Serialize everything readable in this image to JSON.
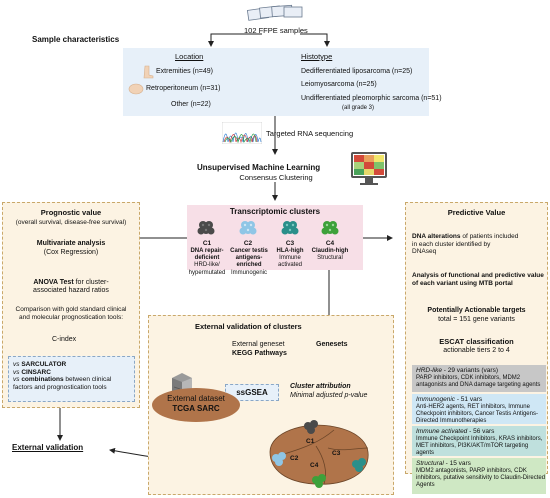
{
  "top": {
    "ffpe_label": "102 FFPE samples",
    "sample_characteristics": "Sample characteristics"
  },
  "location": {
    "title": "Location",
    "items": [
      "Extremities (n=49)",
      "Retroperitoneum (n=31)",
      "Other (n=22)"
    ]
  },
  "histotype": {
    "title": "Histotype",
    "items": [
      "Dedifferentiated liposarcoma (n=25)",
      "Leiomyosarcoma (n=25)",
      "Undifferentiated pleomorphic sarcoma (n=51)"
    ],
    "grade_note": "(all grade 3)"
  },
  "sequencing": "Targeted RNA sequencing",
  "unsupervised": {
    "title": "Unsupervised Machine Learning",
    "subtitle": "Consensus Clustering"
  },
  "clusters": {
    "title": "Transcriptomic clusters",
    "items": [
      {
        "id": "C1",
        "line1": "DNA repair-",
        "line2": "deficient",
        "line3": "HRD-like/",
        "line4": "hypermutated",
        "color": "#4a4a4a"
      },
      {
        "id": "C2",
        "line1": "Cancer testis",
        "line2": "antigens-",
        "line3": "enriched",
        "line4": "Immunogenic",
        "color": "#8fc6e6"
      },
      {
        "id": "C3",
        "line1": "HLA-high",
        "line2": "Immune",
        "line3": "activated",
        "line4": "",
        "color": "#2a8f8a"
      },
      {
        "id": "C4",
        "line1": "Claudin-high",
        "line2": "Structural",
        "line3": "",
        "line4": "",
        "color": "#3da13a"
      }
    ]
  },
  "prognostic": {
    "title": "Prognostic value",
    "subtitle": "(overall survival, disease-free survival)",
    "mva_title": "Multivariate analysis",
    "mva_sub": "(Cox Regression)",
    "anova_bold": "ANOVA Test",
    "anova_rest1": " for cluster-",
    "anova_rest2": "associated hazard ratios",
    "comparison1": "Comparison with gold standard clinical",
    "comparison2": "and molecular prognostication tools:",
    "cindex": "C-index",
    "vs": "vs",
    "vs_items": [
      "SARCULATOR",
      "CINSARC",
      "combinations"
    ],
    "combo_rest1": " between clinical",
    "combo_rest2": "factors and prognostication tools"
  },
  "external": {
    "title": "External validation of clusters",
    "geneset1": "External geneset",
    "geneset2": "KEGG Pathways",
    "genesets": "Genesets",
    "ssgsea": "ssGSEA",
    "attribution": "Cluster attribution",
    "min_p": "Minimal adjusted p-value",
    "dataset1": "External dataset",
    "dataset2": "TCGA SARC",
    "validation": "External validation",
    "blob_labels": [
      "C1",
      "C2",
      "C3",
      "C4"
    ]
  },
  "predictive": {
    "title": "Predictive Value",
    "dna_bold": "DNA alterations",
    "dna_rest": [
      " of patients included",
      "in each cluster identified by",
      "DNAseq"
    ],
    "analysis": [
      "Analysis of functional and predictive value",
      "of each variant using MTB portal"
    ],
    "targets_title": "Potentially Actionable targets",
    "targets_total": "total = 151 gene variants",
    "escat_title": "ESCAT classification",
    "escat_sub": "actionable tiers 2 to 4",
    "groups": [
      {
        "name": "HRD-like",
        "count": " - 29 variants (vars)",
        "text": [
          "PARP inhibitors, CDK inhibitors, MDM2",
          "antagonists and DNA damage targeting agents"
        ],
        "color": "#c7c7c7"
      },
      {
        "name": "Immunogenic",
        "count": " - 51 vars",
        "text": [
          "Anti-HER2 agents, RET inhibitors, Immune",
          "Checkpoint inhibitors, Cancer Testis Antigens-",
          "Directed Immunotherapies"
        ],
        "color": "#cfe7f5"
      },
      {
        "name": "Immune activated",
        "count": " - 56 vars",
        "text": [
          "Immune Checkpoint Inhibitors, KRAS inhibitors,",
          "MET inhibitors, PI3K/AKT/mTOR targeting",
          "agents"
        ],
        "color": "#bfe0dd"
      },
      {
        "name": "Structural",
        "count": " - 15 vars",
        "text": [
          "MDM2 antagonists, PARP inhibitors, CDK",
          "inhibitors, putative sensitivity to Claudin-Directed",
          "Agents"
        ],
        "color": "#cfe8c4"
      }
    ]
  }
}
